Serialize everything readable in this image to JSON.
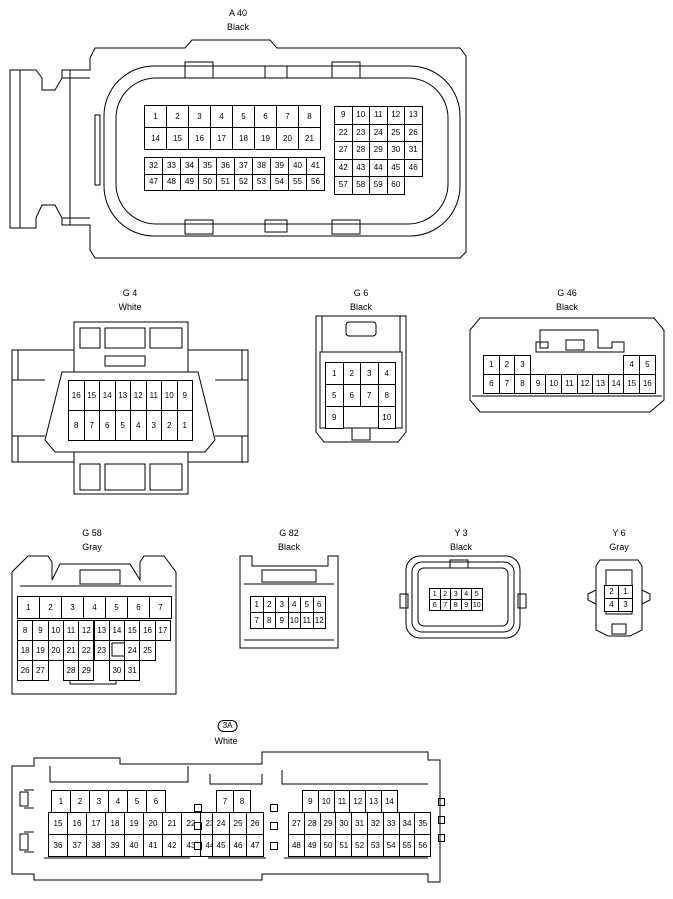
{
  "connectors": {
    "A40": {
      "code": "A 40",
      "color": "Black",
      "left": [
        [
          "1",
          "2",
          "3",
          "4",
          "5",
          "6",
          "7",
          "8"
        ],
        [
          "14",
          "15",
          "16",
          "17",
          "18",
          "19",
          "20",
          "21"
        ],
        [
          "32",
          "33",
          "34",
          "35",
          "36",
          "37",
          "38",
          "39",
          "40",
          "41"
        ],
        [
          "47",
          "48",
          "49",
          "50",
          "51",
          "52",
          "53",
          "54",
          "55",
          "56"
        ]
      ],
      "right": [
        [
          "9",
          "10",
          "11",
          "12",
          "13"
        ],
        [
          "22",
          "23",
          "24",
          "25",
          "26"
        ],
        [
          "27",
          "28",
          "29",
          "30",
          "31"
        ],
        [
          "42",
          "43",
          "44",
          "45",
          "46"
        ],
        [
          "57",
          "58",
          "59",
          "60",
          ""
        ]
      ]
    },
    "G4": {
      "code": "G 4",
      "color": "White",
      "rows": [
        [
          "16",
          "15",
          "14",
          "13",
          "12",
          "11",
          "10",
          "9"
        ],
        [
          "8",
          "7",
          "6",
          "5",
          "4",
          "3",
          "2",
          "1"
        ]
      ]
    },
    "G6": {
      "code": "G 6",
      "color": "Black",
      "rows": [
        [
          "1",
          "2",
          "3",
          "4"
        ],
        [
          "5",
          "6",
          "7",
          "8"
        ],
        [
          "9",
          "",
          "",
          "10"
        ]
      ]
    },
    "G46": {
      "code": "G 46",
      "color": "Black",
      "rows": [
        [
          "1",
          "2",
          "3",
          "",
          "",
          "",
          "",
          "",
          "",
          "4",
          "5"
        ],
        [
          "6",
          "7",
          "8",
          "9",
          "10",
          "11",
          "12",
          "13",
          "14",
          "15",
          "16"
        ]
      ]
    },
    "G58": {
      "code": "G 58",
      "color": "Gray",
      "rows": [
        [
          "1",
          "2",
          "3",
          "4",
          "5",
          "6",
          "7"
        ],
        [
          "8",
          "9",
          "10",
          "11",
          "12",
          "13",
          "14",
          "15",
          "16",
          "17"
        ],
        [
          "18",
          "19",
          "20",
          "21",
          "22",
          "23",
          "",
          "24",
          "25"
        ],
        [
          "26",
          "27",
          "",
          "28",
          "29",
          "",
          "30",
          "31"
        ]
      ]
    },
    "G82": {
      "code": "G 82",
      "color": "Black",
      "rows": [
        [
          "1",
          "2",
          "3",
          "4",
          "5",
          "6"
        ],
        [
          "7",
          "8",
          "9",
          "10",
          "11",
          "12"
        ]
      ]
    },
    "Y3": {
      "code": "Y 3",
      "color": "Black",
      "rows": [
        [
          "1",
          "2",
          "3",
          "4",
          "5"
        ],
        [
          "6",
          "7",
          "8",
          "9",
          "10"
        ]
      ]
    },
    "Y6": {
      "code": "Y 6",
      "color": "Gray",
      "rows": [
        [
          "2",
          "1"
        ],
        [
          "4",
          "3"
        ]
      ]
    },
    "3A": {
      "code": "3A",
      "color": "White",
      "groups": [
        {
          "rows": [
            [
              "1",
              "2",
              "3",
              "4",
              "5",
              "6"
            ],
            [
              "15",
              "16",
              "17",
              "18",
              "19",
              "20",
              "21",
              "22",
              "23"
            ],
            [
              "36",
              "37",
              "38",
              "39",
              "40",
              "41",
              "42",
              "43",
              "44"
            ]
          ]
        },
        {
          "rows": [
            [
              "7",
              "8"
            ],
            [
              "24",
              "25",
              "26"
            ],
            [
              "45",
              "46",
              "47"
            ]
          ]
        },
        {
          "rows": [
            [
              "9",
              "10",
              "11",
              "12",
              "13",
              "14"
            ],
            [
              "27",
              "28",
              "29",
              "30",
              "31",
              "32",
              "33",
              "34",
              "35"
            ],
            [
              "48",
              "49",
              "50",
              "51",
              "52",
              "53",
              "54",
              "55",
              "56"
            ]
          ]
        }
      ]
    }
  }
}
